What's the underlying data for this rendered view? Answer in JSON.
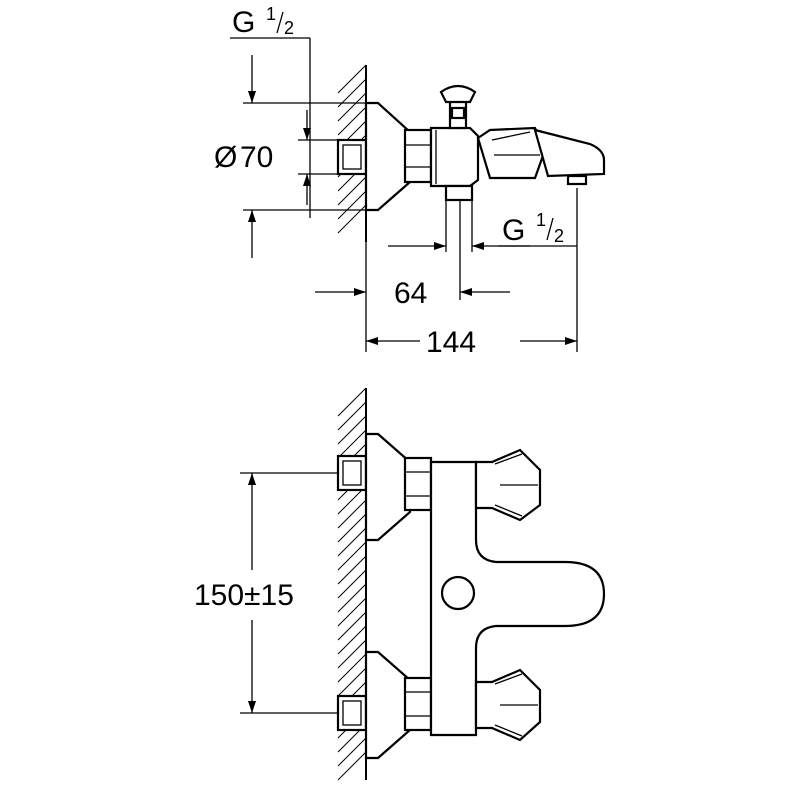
{
  "top_view": {
    "inlet_thread": {
      "prefix": "G",
      "num": "1",
      "den": "2"
    },
    "diameter": {
      "symbol": "Ø",
      "value": "70"
    },
    "outlet_thread": {
      "prefix": "G",
      "num": "1",
      "den": "2"
    },
    "offset": "64",
    "depth": "144"
  },
  "bottom_view": {
    "spacing": "150±15"
  },
  "colors": {
    "ink": "#000000",
    "paper": "#ffffff"
  }
}
